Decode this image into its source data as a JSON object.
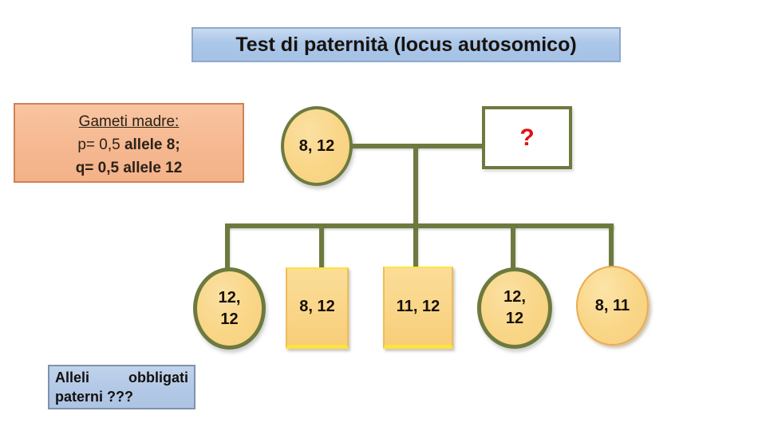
{
  "title": "Test di paternità (locus autosomico)",
  "gametes_box": {
    "heading": "Gameti madre:",
    "p_normal": "p= 0,5 ",
    "p_bold": "allele 8;",
    "q_line": "q= 0,5 allele 12"
  },
  "pedigree": {
    "mother": {
      "label": "8, 12"
    },
    "father": {
      "label": "?"
    },
    "children": [
      {
        "type": "circle",
        "border": "green",
        "label": "12, 12",
        "label_line1": "12,",
        "label_line2": "12"
      },
      {
        "type": "square",
        "border": "gold",
        "label": "8, 12"
      },
      {
        "type": "square",
        "border": "gold",
        "label": "11, 12"
      },
      {
        "type": "circle",
        "border": "green",
        "label": "12, 12",
        "label_line1": "12,",
        "label_line2": "12"
      },
      {
        "type": "circle",
        "border": "gold",
        "label": "8, 11"
      }
    ]
  },
  "alleles_box": {
    "line1": "Alleli obbligati",
    "line2": "paterni ???"
  },
  "colors": {
    "line_olive": "#6d7a3e",
    "question_red": "#e01212",
    "shape_fill": "#f9d687",
    "title_bg": "#aac6e8",
    "gametes_bg": "#f5b78f",
    "alleles_bg": "#b2c8e6"
  }
}
